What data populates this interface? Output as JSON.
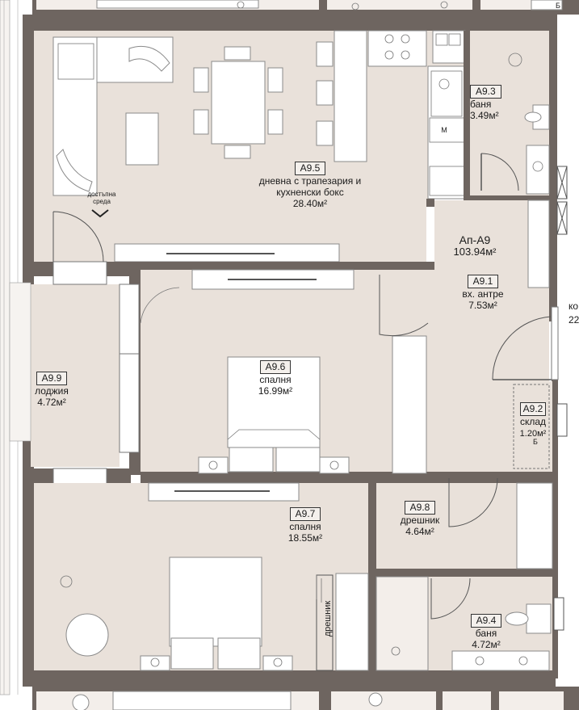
{
  "apartment": {
    "code": "Ап-А9",
    "area": "103.94м²"
  },
  "rooms": [
    {
      "id": "living",
      "code": "A9.5",
      "name_line1": "дневна с трапезария и",
      "name_line2": "кухненски бокс",
      "area": "28.40м²"
    },
    {
      "id": "bath1",
      "code": "A9.3",
      "name": "баня",
      "area": "3.49м²"
    },
    {
      "id": "entry",
      "code": "A9.1",
      "name": "вх. антре",
      "area": "7.53м²"
    },
    {
      "id": "storage",
      "code": "A9.2",
      "name": "склад",
      "area": "1.20м²"
    },
    {
      "id": "bedroom1",
      "code": "A9.6",
      "name": "спалня",
      "area": "16.99м²"
    },
    {
      "id": "loggia",
      "code": "A9.9",
      "name": "лоджия",
      "area": "4.72м²"
    },
    {
      "id": "bedroom2",
      "code": "A9.7",
      "name": "спалня",
      "area": "18.55м²"
    },
    {
      "id": "wardrobe1",
      "code": "A9.8",
      "name": "дрешник",
      "area": "4.64м²"
    },
    {
      "id": "bath2",
      "code": "A9.4",
      "name": "баня",
      "area": "4.72м²"
    }
  ],
  "notes": {
    "accessible_line1": "достъпна",
    "accessible_line2": "среда",
    "wardrobe_vertical": "дрешник",
    "fridge_mark": "М",
    "edge_right_top": "ко",
    "edge_right_bottom": "22",
    "storage_letter": "Б",
    "top_letter": "Б"
  },
  "colors": {
    "wall": "#6e6560",
    "floor": "#e9e1da",
    "furniture": "#ffffff",
    "outline": "#6f6f6f"
  }
}
